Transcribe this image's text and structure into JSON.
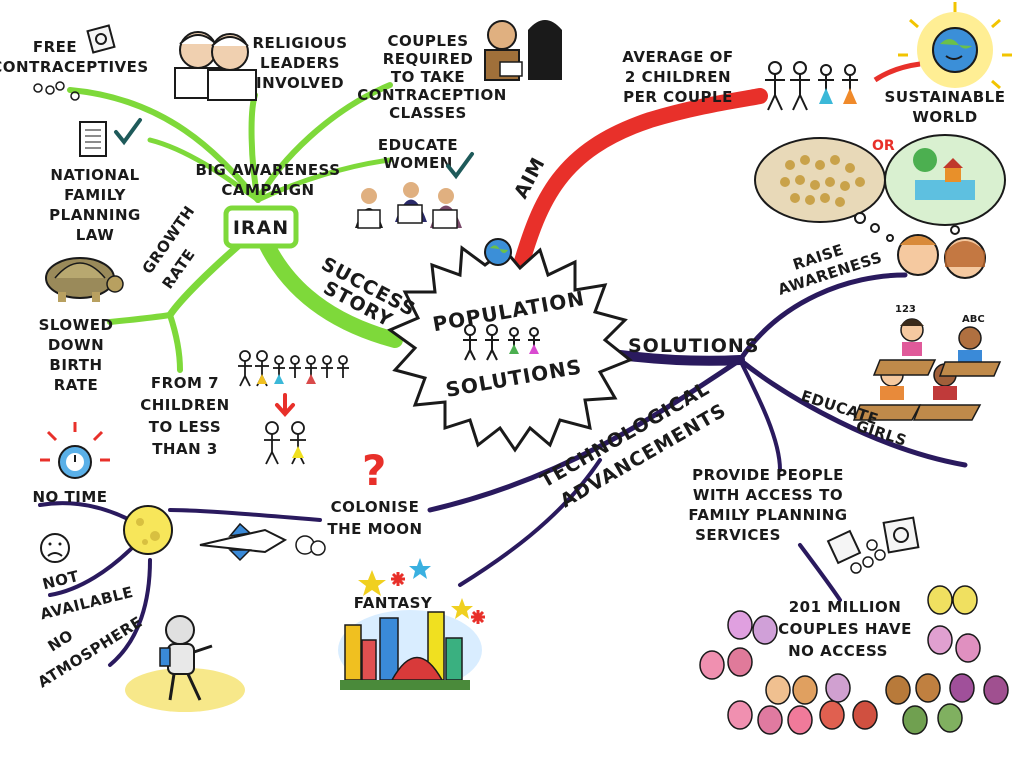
{
  "center": {
    "line1": "POPULATION",
    "line2": "SOLUTIONS"
  },
  "branches": {
    "aim": "AIM",
    "success": {
      "line1": "SUCCESS",
      "line2": "STORY"
    },
    "solutions": "SOLUTIONS",
    "tech": {
      "line1": "TECHNOLOGICAL",
      "line2": "ADVANCEMENTS"
    }
  },
  "aim": {
    "average": {
      "line1": "AVERAGE OF",
      "line2": "2 CHILDREN",
      "line3": "PER COUPLE"
    },
    "sustainable": {
      "line1": "SUSTAINABLE",
      "line2": "WORLD"
    },
    "or_text": "OR"
  },
  "iran": {
    "label": "IRAN",
    "campaign": {
      "line1": "BIG AWARENESS",
      "line2": "CAMPAIGN"
    },
    "free": {
      "line1": "FREE",
      "line2": "CONTRACEPTIVES"
    },
    "religious": {
      "line1": "RELIGIOUS",
      "line2": "LEADERS",
      "line3": "INVOLVED"
    },
    "couples": {
      "line1": "COUPLES",
      "line2": "REQUIRED",
      "line3": "TO TAKE",
      "line4": "CONTRACEPTION",
      "line5": "CLASSES"
    },
    "educate_women": {
      "line1": "EDUCATE",
      "line2": "WOMEN"
    },
    "law": {
      "line1": "NATIONAL",
      "line2": "FAMILY",
      "line3": "PLANNING",
      "line4": "LAW"
    },
    "growth": {
      "line1": "GROWTH",
      "line2": "RATE"
    },
    "slowed": {
      "line1": "SLOWED",
      "line2": "DOWN",
      "line3": "BIRTH",
      "line4": "RATE"
    },
    "from7": {
      "line1": "FROM 7",
      "line2": "CHILDREN",
      "line3": "TO LESS",
      "line4": "THAN 3"
    }
  },
  "solutions": {
    "raise": {
      "line1": "RAISE",
      "line2": "AWARENESS"
    },
    "educate_girls": {
      "line1": "EDUCATE",
      "line2": "GIRLS"
    },
    "provide": {
      "line1": "PROVIDE PEOPLE",
      "line2": "WITH ACCESS TO",
      "line3": "FAMILY PLANNING",
      "line4": "SERVICES"
    },
    "million": {
      "line1": "201 MILLION",
      "line2": "COUPLES HAVE",
      "line3": "NO ACCESS"
    },
    "abc": "ABC",
    "nums": "123"
  },
  "tech": {
    "moon": {
      "line1": "COLONISE",
      "line2": "THE MOON"
    },
    "fantasy": "FANTASY",
    "no_time": "NO TIME",
    "not_available": {
      "line1": "NOT",
      "line2": "AVAILABLE"
    },
    "no_atmosphere": {
      "line1": "NO",
      "line2": "ATMOSPHERE"
    },
    "question": "?"
  },
  "colors": {
    "aim_branch": "#e8302a",
    "success_branch": "#7ed93a",
    "solutions_branch": "#2a1a5e",
    "ink": "#1a1a1a"
  }
}
